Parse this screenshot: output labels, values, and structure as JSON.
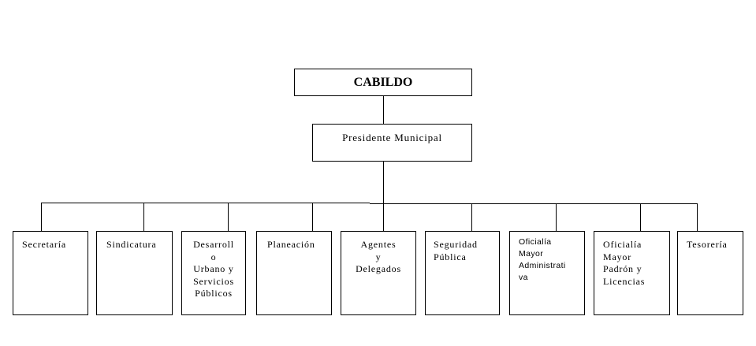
{
  "top": {
    "title": "CABILDO"
  },
  "second": {
    "title": "Presidente Municipal"
  },
  "departments": [
    {
      "lines": [
        "Secretaría"
      ]
    },
    {
      "lines": [
        "Sindicatura"
      ]
    },
    {
      "lines": [
        "Desarroll",
        "o",
        "Urbano y",
        "Servicios",
        "Públicos"
      ]
    },
    {
      "lines": [
        "Planeación"
      ]
    },
    {
      "lines": [
        "Agentes",
        "y",
        "Delegados"
      ]
    },
    {
      "lines": [
        "Seguridad",
        "Pública"
      ]
    },
    {
      "lines": [
        "Oficialía",
        "Mayor",
        "Administrati",
        "va"
      ]
    },
    {
      "lines": [
        "Oficialía",
        "Mayor",
        "Padrón y",
        "Licencias"
      ]
    },
    {
      "lines": [
        "Tesorería"
      ]
    }
  ]
}
